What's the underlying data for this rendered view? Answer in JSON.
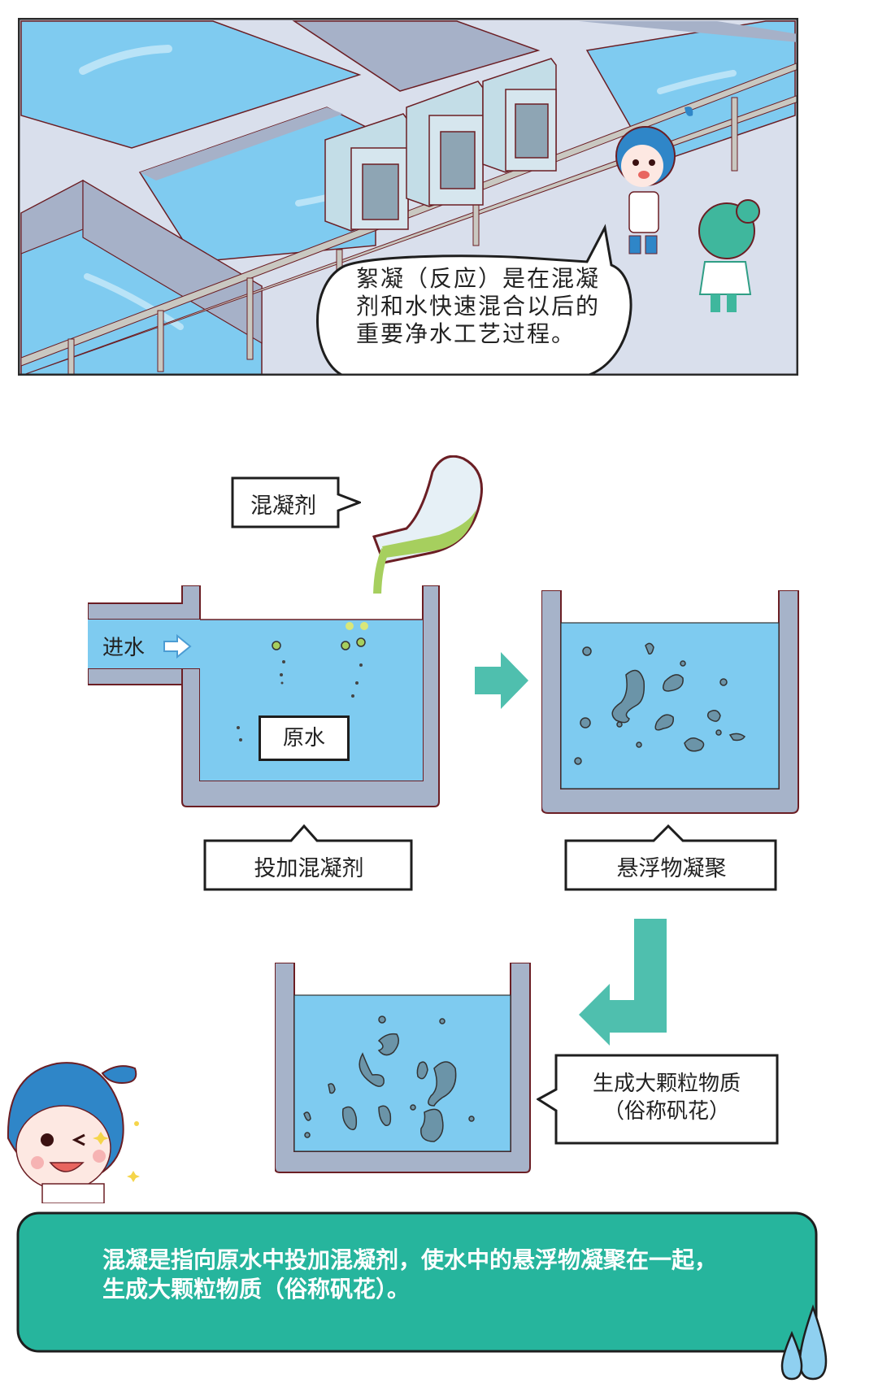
{
  "comic_panel": {
    "speech_bubble": {
      "lines": [
        "絮凝（反应）是在混凝",
        "剂和水快速混合以后的",
        "重要净水工艺过程。"
      ]
    },
    "characters": [
      "blue-water-drop-mascot",
      "green-haired-mascot"
    ]
  },
  "diagram": {
    "coagulant_label": "混凝剂",
    "inlet_label": "进水",
    "raw_water_label": "原水",
    "step1_caption": "投加混凝剂",
    "step2_caption": "悬浮物凝聚",
    "step3_caption_line1": "生成大颗粒物质",
    "step3_caption_line2": "（俗称矾花）",
    "colors": {
      "water": "#7ecbf0",
      "tank_wall": "#a6b3c9",
      "tank_outline": "#6b1e24",
      "arrow": "#4fbfae",
      "floc": "#6b94a8",
      "coagulant": "#a6cf5e"
    }
  },
  "summary": {
    "line1": "混凝是指向原水中投加混凝剂，使水中的悬浮物凝聚在一起，",
    "line2": "生成大颗粒物质（俗称矾花）。",
    "background_color": "#26b59d"
  }
}
